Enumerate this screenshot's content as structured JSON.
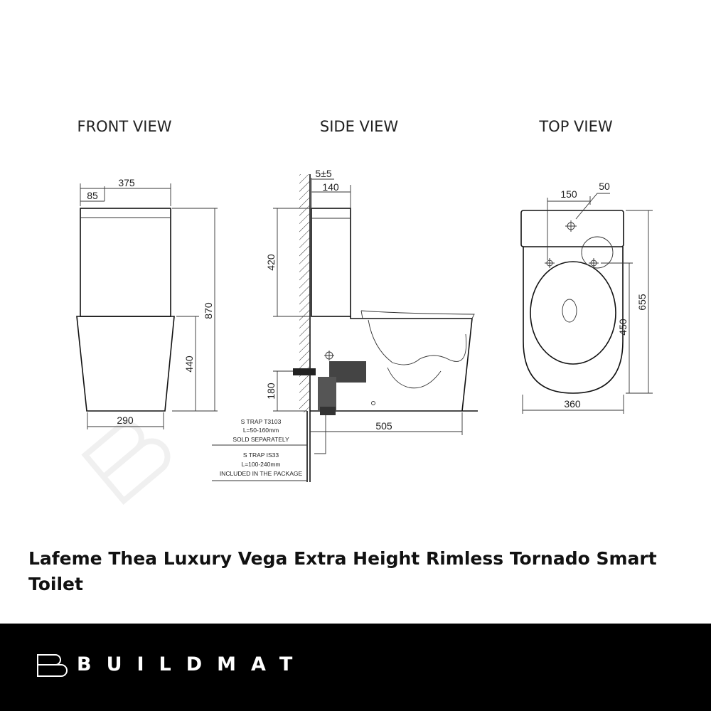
{
  "views": {
    "front": {
      "title": "FRONT VIEW",
      "dims": {
        "width_top": "375",
        "offset": "85",
        "height_total": "870",
        "height_bowl": "440",
        "width_base": "290"
      }
    },
    "side": {
      "title": "SIDE VIEW",
      "dims": {
        "gap": "5±5",
        "tank_depth": "140",
        "tank_height": "420",
        "outlet_height": "180",
        "depth": "505"
      },
      "notes": {
        "trap1": [
          "S TRAP T3103",
          "L=50-160mm",
          "SOLD SEPARATELY"
        ],
        "trap2": [
          "S TRAP IS33",
          "L=100-240mm",
          "INCLUDED IN THE PACKAGE"
        ]
      }
    },
    "top": {
      "title": "TOP VIEW",
      "dims": {
        "hole_offset": "150",
        "hole_dia": "50",
        "length_total": "655",
        "length_bowl": "450",
        "width": "360"
      }
    }
  },
  "watermark": "BUILDMAT",
  "product_title": "Lafeme Thea Luxury Vega Extra Height Rimless Tornado Smart Toilet",
  "brand": {
    "name": "BUILDMAT",
    "footer_bg": "#000000",
    "text_color": "#ffffff"
  }
}
